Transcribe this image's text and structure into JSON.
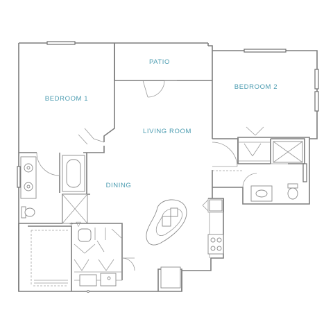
{
  "rooms": {
    "bedroom_1": "BEDROOM 1",
    "patio": "PATIO",
    "bedroom_2": "BEDROOM 2",
    "living_room": "LIVING ROOM",
    "dining": "DINING"
  },
  "colors": {
    "label": "#4a9bb0",
    "wall": "#7d7d7d"
  }
}
